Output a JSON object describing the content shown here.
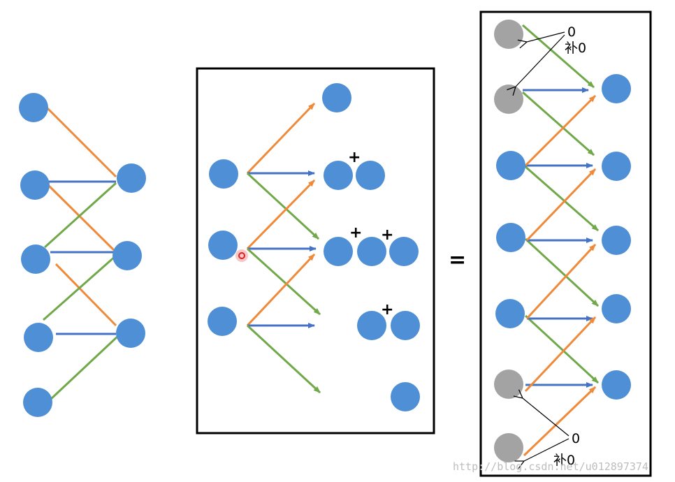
{
  "colors": {
    "node_blue": "#4f8fd6",
    "node_gray": "#a3a3a3",
    "edge_orange": "#ef8a3a",
    "edge_blue": "#4472c4",
    "edge_green": "#70a84a",
    "frame": "#000000"
  },
  "middle_panel": {
    "plus_signs": [
      "+",
      "+",
      "+",
      "+"
    ]
  },
  "equals_sign": "=",
  "right_panel": {
    "top_note": {
      "zero": "0",
      "pad": "补0"
    },
    "bottom_note": {
      "zero": "0",
      "pad": "补0"
    }
  },
  "watermark": "http://blog.csdn.net/u012897374"
}
